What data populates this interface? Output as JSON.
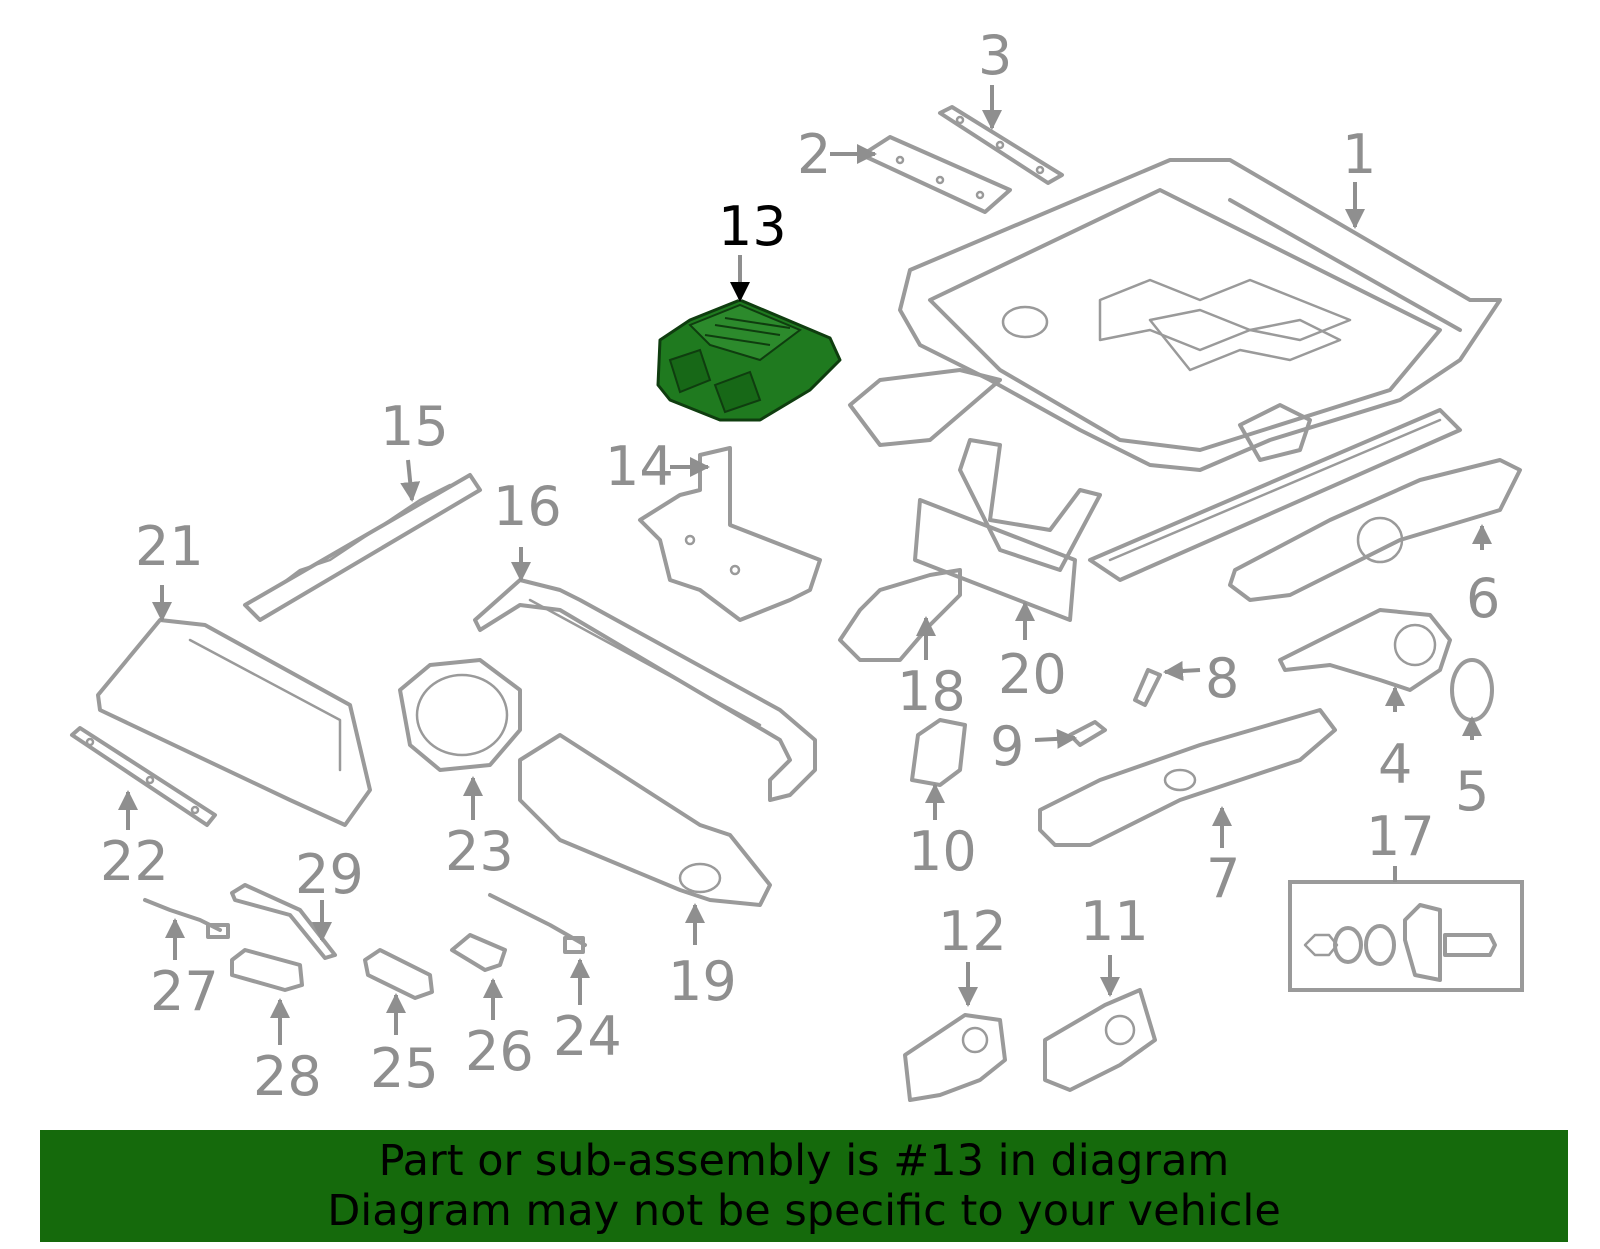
{
  "highlight_label": "13",
  "callouts": [
    "1",
    "2",
    "3",
    "4",
    "5",
    "6",
    "7",
    "8",
    "9",
    "10",
    "11",
    "12",
    "14",
    "15",
    "16",
    "17",
    "18",
    "19",
    "20",
    "21",
    "22",
    "23",
    "24",
    "25",
    "26",
    "27",
    "28",
    "29"
  ],
  "banner": {
    "line1": "Part or sub-assembly is #13 in diagram",
    "line2": "Diagram may not be specific to your vehicle"
  },
  "colors": {
    "highlight_part": "#1f7a1f",
    "banner_bg": "#156a0c",
    "part_outline": "#9a9a9a",
    "label_gray": "#8f8f8f"
  }
}
